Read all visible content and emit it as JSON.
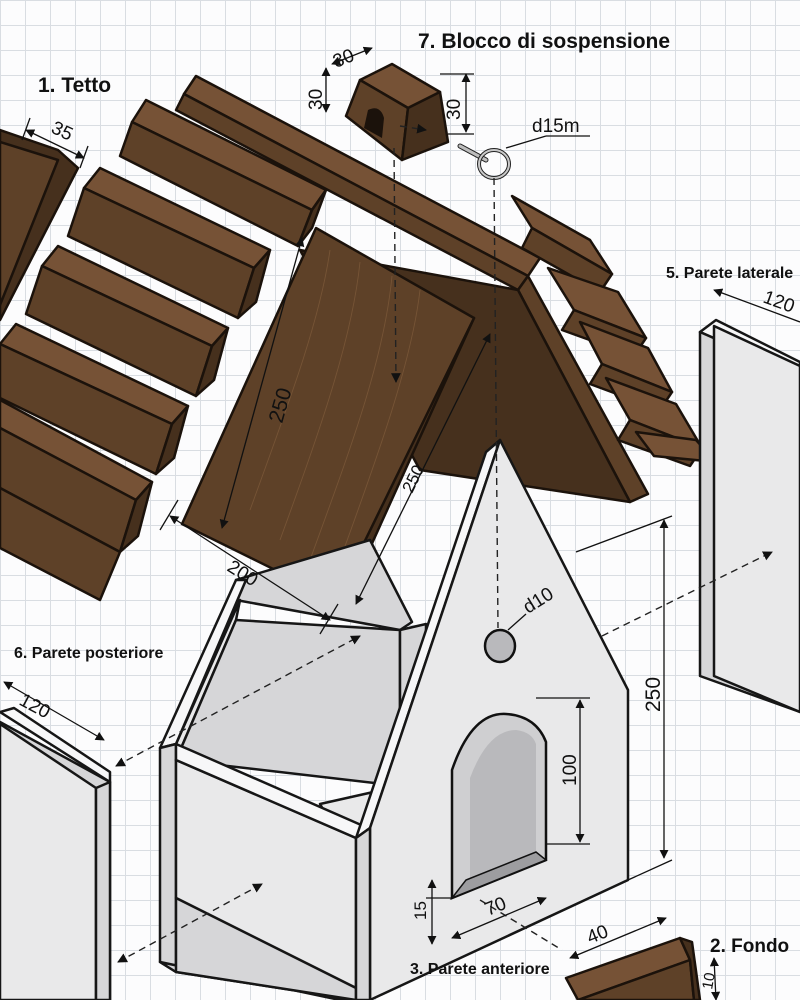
{
  "labels": {
    "part1": "1. Tetto",
    "part2": "2. Fondo",
    "part3": "3. Parete anteriore",
    "part5": "5. Parete laterale",
    "part6": "6. Parete posteriore",
    "part7": "7. Blocco di sospensione"
  },
  "dimensions": {
    "slat_width": "35",
    "block_width": "30",
    "block_height": "30",
    "block_depth": "30",
    "eye_bolt": "d15m",
    "roof_length": "250",
    "roof_edge": "250",
    "roof_width": "200",
    "hole": "d10",
    "front_height": "250",
    "door_height": "100",
    "door_width": "70",
    "door_offset": "15",
    "bottom_width": "40",
    "bottom_thickness": "10",
    "side_width": "120",
    "back_width": "120"
  },
  "colors": {
    "wood": "#5e4128",
    "board": "#e9e9ea",
    "grid": "#d9dde2"
  }
}
